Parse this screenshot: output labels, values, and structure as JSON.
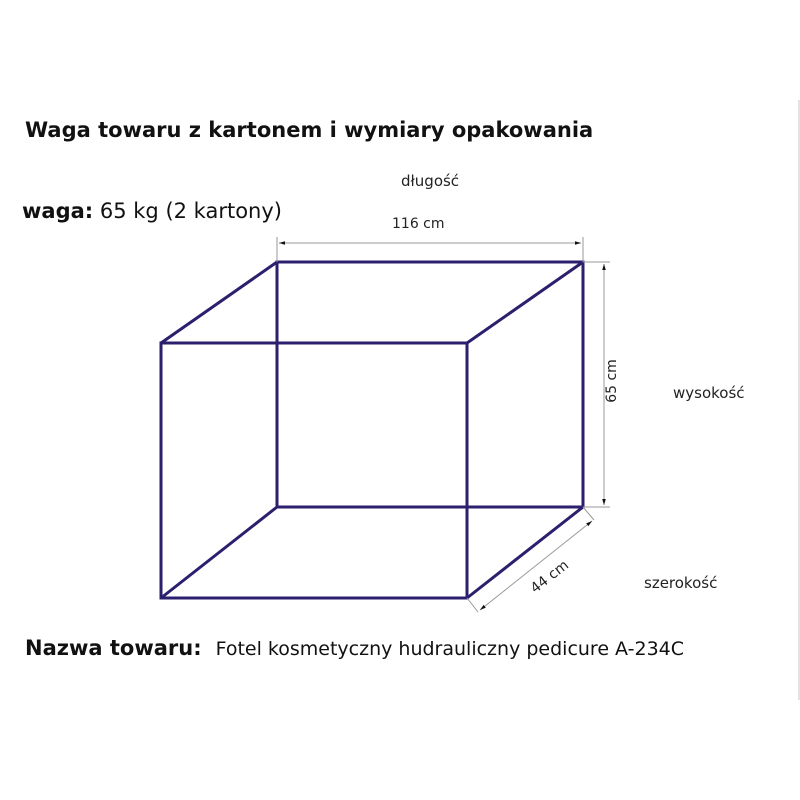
{
  "title": "Waga towaru z kartonem i wymiary opakowania",
  "weight": {
    "label": "waga:",
    "value": "65 kg (2 kartony)"
  },
  "dimensions": {
    "length": {
      "label": "długość",
      "value": "116 cm"
    },
    "height": {
      "label": "wysokość",
      "value": "65 cm"
    },
    "width": {
      "label": "szerokość",
      "value": "44 cm"
    }
  },
  "product": {
    "label": "Nazwa towaru:",
    "value": "Fotel kosmetyczny hudrauliczny pedicure A-234C"
  },
  "colors": {
    "box_edge": "#2b1f6e",
    "dimension_line": "#888888"
  }
}
